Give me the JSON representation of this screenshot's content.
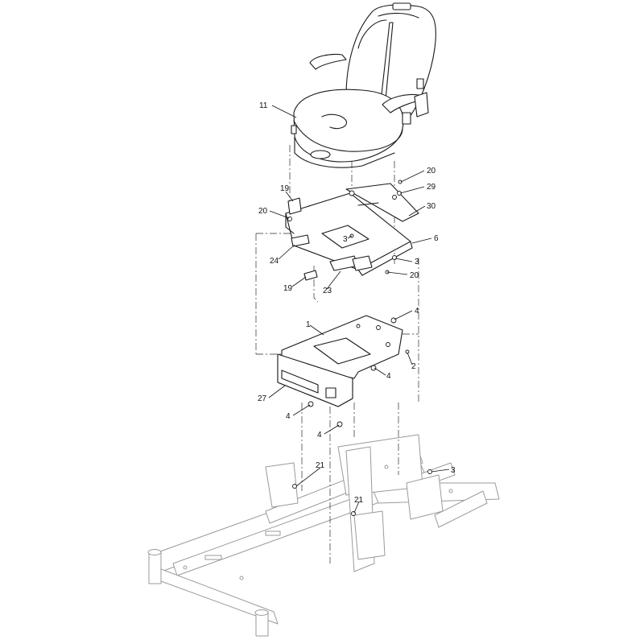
{
  "callouts": [
    {
      "label": "11",
      "name": "seat"
    },
    {
      "label": "20",
      "name": "hardware-top-right"
    },
    {
      "label": "29",
      "name": "washer"
    },
    {
      "label": "30",
      "name": "slide-rail"
    },
    {
      "label": "19",
      "name": "clip-upper"
    },
    {
      "label": "20",
      "name": "hardware-left"
    },
    {
      "label": "3",
      "name": "screw-center"
    },
    {
      "label": "6",
      "name": "seat-plate"
    },
    {
      "label": "24",
      "name": "bracket-left"
    },
    {
      "label": "3",
      "name": "screw-right"
    },
    {
      "label": "19",
      "name": "clip-lower"
    },
    {
      "label": "23",
      "name": "latch"
    },
    {
      "label": "20",
      "name": "hardware-lower-right"
    },
    {
      "label": "4",
      "name": "bolt-top-right"
    },
    {
      "label": "1",
      "name": "seat-mount-bracket"
    },
    {
      "label": "2",
      "name": "pin"
    },
    {
      "label": "4",
      "name": "bolt-middle"
    },
    {
      "label": "27",
      "name": "decal"
    },
    {
      "label": "4",
      "name": "bolt-lower-left"
    },
    {
      "label": "4",
      "name": "bolt-bottom"
    },
    {
      "label": "21",
      "name": "mount-left"
    },
    {
      "label": "3",
      "name": "screw-frame"
    },
    {
      "label": "21",
      "name": "mount-center"
    }
  ]
}
